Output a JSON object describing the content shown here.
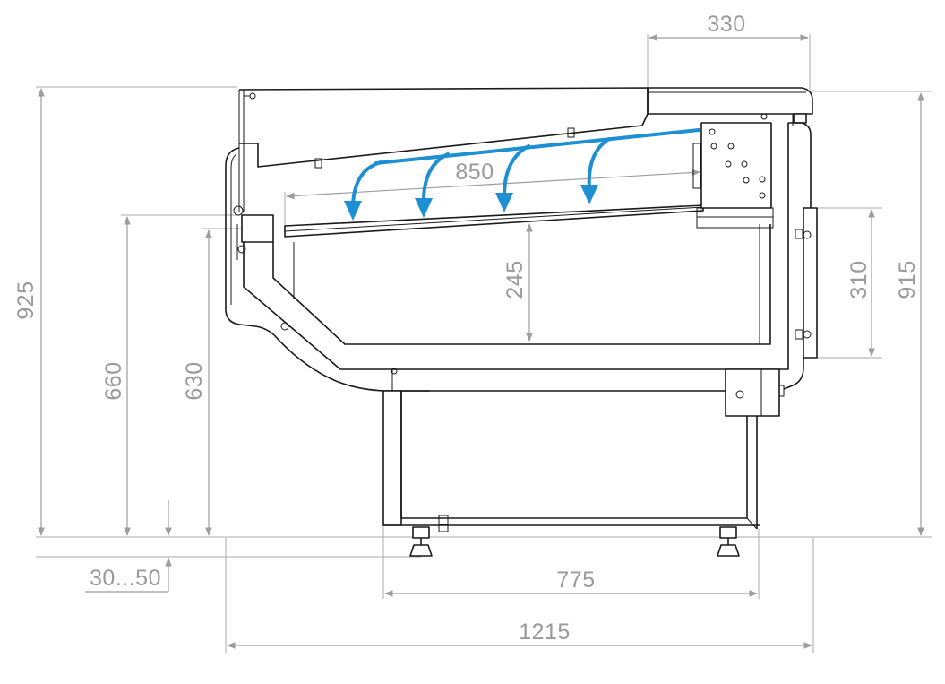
{
  "dimensions": {
    "top_width": "330",
    "shelf_depth": "850",
    "overall_height": "925",
    "height_to_shelf_front": "660",
    "height_to_counter": "630",
    "inner_height": "245",
    "side_panel_height": "310",
    "back_height": "915",
    "leg_adjustment": "30...50",
    "base_width": "775",
    "overall_width": "1215"
  },
  "colors": {
    "airflow": "#1e8fd2",
    "dimension_lines": "#9d9d9d",
    "outline": "#1a1a1a"
  }
}
